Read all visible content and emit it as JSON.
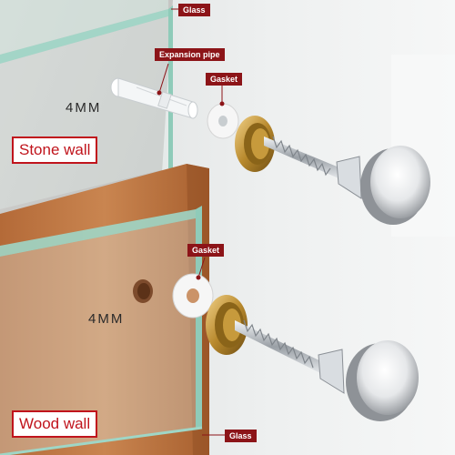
{
  "labels": {
    "glass_top": "Glass",
    "expansion_pipe": "Expansion pipe",
    "gasket_top": "Gasket",
    "gasket_bottom": "Gasket",
    "glass_bottom": "Glass",
    "stone_wall": "Stone wall",
    "wood_wall": "Wood wall",
    "dimension_top": "4MM",
    "dimension_bottom": "4MM"
  },
  "colors": {
    "label_fill": "#8c1418",
    "box_border": "#c0141c",
    "glass_edge": "#9fd6c6",
    "wood": "#c07a45",
    "brass": "#b8892d",
    "chrome": "#c9ccd0"
  },
  "icons": [
    "expansion-pipe-icon",
    "gasket-icon",
    "brass-cap-icon",
    "screw-icon",
    "chrome-cap-icon"
  ]
}
